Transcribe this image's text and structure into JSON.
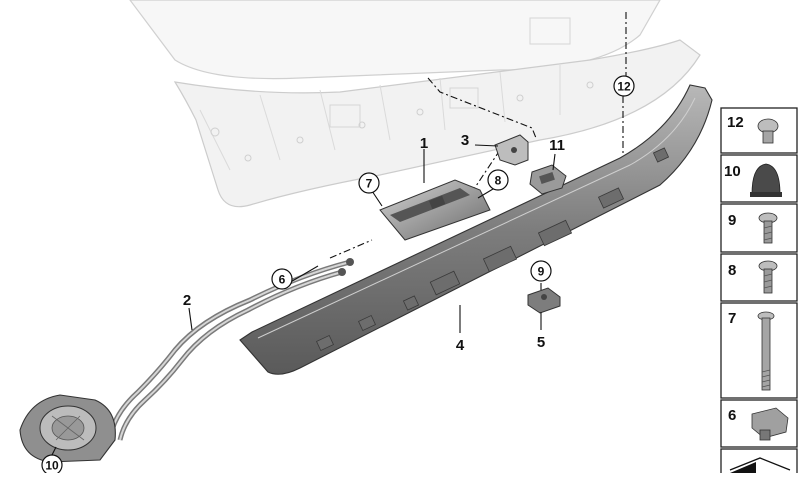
{
  "callouts": [
    {
      "id": "1",
      "label": "1",
      "circled": false
    },
    {
      "id": "2",
      "label": "2",
      "circled": false
    },
    {
      "id": "3",
      "label": "3",
      "circled": false
    },
    {
      "id": "4",
      "label": "4",
      "circled": false
    },
    {
      "id": "5",
      "label": "5",
      "circled": false
    },
    {
      "id": "6",
      "label": "6",
      "circled": true
    },
    {
      "id": "7",
      "label": "7",
      "circled": true
    },
    {
      "id": "8",
      "label": "8",
      "circled": true
    },
    {
      "id": "9",
      "label": "9",
      "circled": true
    },
    {
      "id": "10",
      "label": "10",
      "circled": true
    },
    {
      "id": "11",
      "label": "11",
      "circled": false
    },
    {
      "id": "12",
      "label": "12",
      "circled": true
    }
  ],
  "side_panel": [
    {
      "id": "12",
      "label": "12",
      "icon": "clip-icon"
    },
    {
      "id": "10",
      "label": "10",
      "icon": "rubber-buffer-icon"
    },
    {
      "id": "9",
      "label": "9",
      "icon": "torx-bolt-icon"
    },
    {
      "id": "8",
      "label": "8",
      "icon": "torx-bolt-icon"
    },
    {
      "id": "7",
      "label": "7",
      "icon": "long-bolt-icon"
    },
    {
      "id": "6",
      "label": "6",
      "icon": "cable-clip-icon"
    }
  ],
  "colors": {
    "line": "#111111",
    "part_fill": "#8a8a8a",
    "ghost_fill": "#f4f4f4",
    "ghost_stroke": "#cfcfcf"
  }
}
